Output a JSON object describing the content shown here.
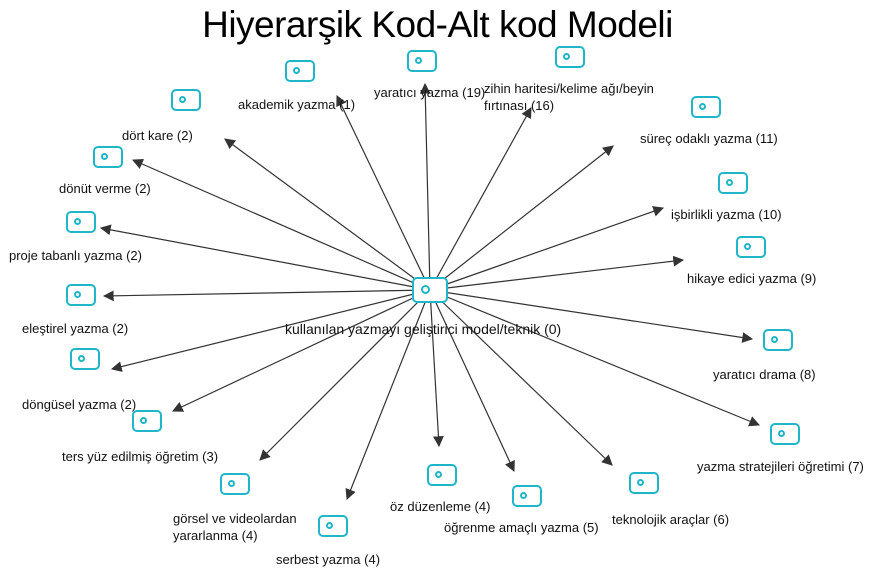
{
  "title": "Hiyerarşik Kod-Alt kod Modeli",
  "center": {
    "label": "kullanılan yazmayı geliştirici model/teknik (0)",
    "icon": "code-icon"
  },
  "codes": [
    {
      "id": "akademik-yazma",
      "label": "akademik yazma (1)",
      "icon": "code-icon"
    },
    {
      "id": "yaratici-yazma",
      "label": "yaratıcı yazma (19)",
      "icon": "code-icon"
    },
    {
      "id": "zihin-haritesi",
      "label_lines": [
        "zihin haritesi/kelime ağı/beyin",
        "fırtınası (16)"
      ],
      "icon": "code-icon"
    },
    {
      "id": "surec-odakli-yazma",
      "label": "süreç odaklı yazma (11)",
      "icon": "code-icon"
    },
    {
      "id": "isbirlikli-yazma",
      "label": "işbirlikli yazma (10)",
      "icon": "code-icon"
    },
    {
      "id": "hikaye-edici-yazma",
      "label": "hikaye edici yazma (9)",
      "icon": "code-icon"
    },
    {
      "id": "yaratici-drama",
      "label": "yaratıcı drama (8)",
      "icon": "code-icon"
    },
    {
      "id": "yazma-stratejileri",
      "label": "yazma stratejileri öğretimi (7)",
      "icon": "code-icon"
    },
    {
      "id": "teknolojik-araclar",
      "label": "teknolojik araçlar (6)",
      "icon": "code-icon"
    },
    {
      "id": "ogrenme-amacli-yazma",
      "label": "öğrenme amaçlı yazma (5)",
      "icon": "code-icon"
    },
    {
      "id": "oz-duzenleme",
      "label": "öz düzenleme (4)",
      "icon": "code-icon"
    },
    {
      "id": "serbest-yazma",
      "label": "serbest yazma (4)",
      "icon": "code-icon"
    },
    {
      "id": "gorsel-videolar",
      "label_lines": [
        "görsel ve videolardan",
        "yararlanma (4)"
      ],
      "icon": "code-icon"
    },
    {
      "id": "ters-yuz",
      "label": "ters yüz edilmiş öğretim (3)",
      "icon": "code-icon"
    },
    {
      "id": "dongusel-yazma",
      "label": "döngüsel yazma (2)",
      "icon": "code-icon"
    },
    {
      "id": "elestirel-yazma",
      "label": "eleştirel yazma (2)",
      "icon": "code-icon"
    },
    {
      "id": "proje-tabanli-yazma",
      "label": "proje tabanlı yazma (2)",
      "icon": "code-icon"
    },
    {
      "id": "donut-verme",
      "label": "dönüt verme (2)",
      "icon": "code-icon"
    },
    {
      "id": "dort-kare",
      "label": "dört kare (2)",
      "icon": "code-icon"
    }
  ],
  "colors": {
    "icon": "#1fb6c9",
    "arrow": "#333333",
    "text": "#111111"
  }
}
